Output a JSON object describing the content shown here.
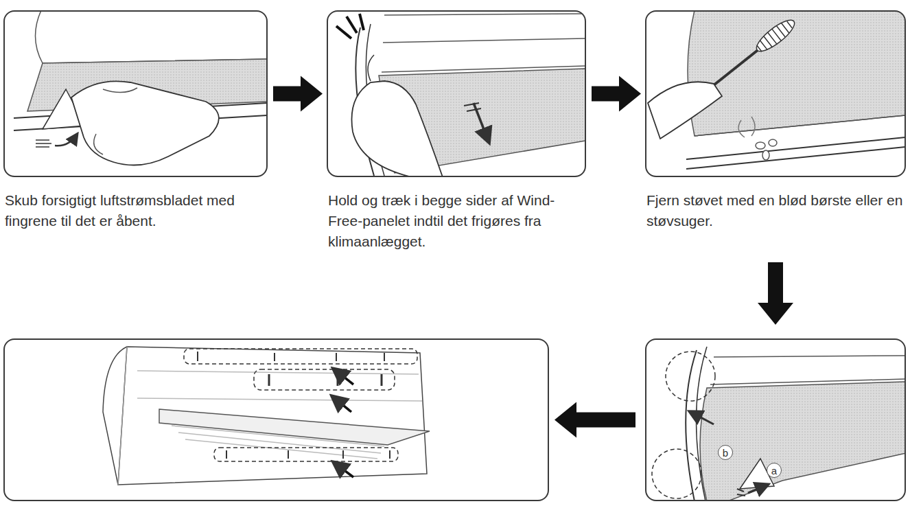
{
  "diagram": {
    "nodes": [
      {
        "text": [
          "Skub forsigtigt luftstrømsbladet med fingrene til det er åbent."
        ]
      },
      {
        "text": [
          "Hold og træk i begge sider af Wind-Free-panelet indtil det frigøres fra klimaanlægget."
        ]
      },
      {
        "text": [
          "Fjern støvet med en blød børste eller en støvsuger."
        ]
      },
      {
        "text": [
          "b",
          "a"
        ]
      },
      {
        "text": []
      }
    ],
    "edges": [
      {
        "from": 0,
        "to": 1,
        "arrow": "to"
      },
      {
        "from": 1,
        "to": 2,
        "arrow": "to"
      },
      {
        "from": 2,
        "to": 3,
        "arrow": "to"
      },
      {
        "from": 3,
        "to": 4,
        "arrow": "to"
      }
    ]
  }
}
